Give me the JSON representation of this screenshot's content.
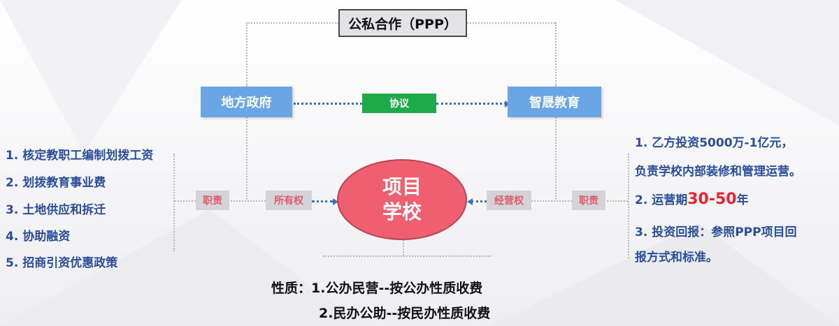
{
  "title": "公私合作（PPP）",
  "gov_label": "地方政府",
  "agreement_label": "协议",
  "edu_label": "智晟教育",
  "center_line1": "项目",
  "center_line2": "学校",
  "left_duty": "职责",
  "ownership": "所有权",
  "operation_right": "经营权",
  "right_duty": "职责",
  "left_items": [
    "1. 核定教职工编制划拨工资",
    "2. 划拨教育事业费",
    "3. 土地供应和拆迁",
    "4. 协助融资",
    "5. 招商引资优惠政策"
  ],
  "right": {
    "item1_line1": "1. 乙方投资5000万-1亿元，",
    "item1_line2": "负责学校内部装修和管理运营。",
    "item2_prefix": "2. 运营期",
    "item2_highlight": "30-50",
    "item2_suffix": "年",
    "item3_line1": "3. 投资回报：参照PPP项目回",
    "item3_line2": "报方式和标准。"
  },
  "nature_line1": "性质：1.公办民营--按公办性质收费",
  "nature_line2": "2.民办公助--按民办性质收费"
}
